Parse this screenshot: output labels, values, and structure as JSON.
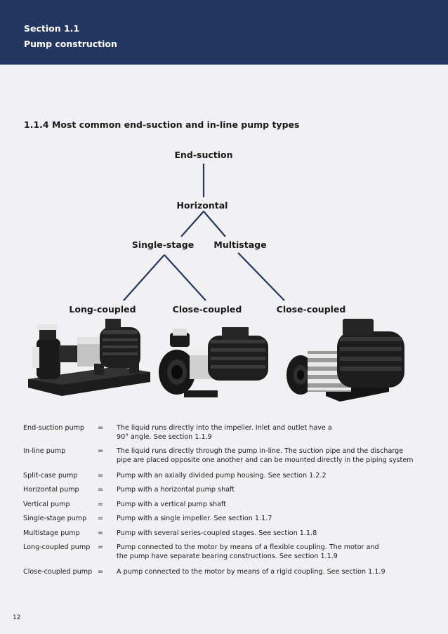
{
  "header": {
    "section": "Section 1.1",
    "title": "Pump construction"
  },
  "subheading": "1.1.4 Most common end-suction and in-line pump types",
  "tree": {
    "root": "End-suction",
    "level1": "Horizontal",
    "level2": [
      "Single-stage",
      "Multistage"
    ],
    "level3": [
      "Long-coupled",
      "Close-coupled",
      "Close-coupled"
    ]
  },
  "definitions": [
    {
      "term": "End-suction pump",
      "eq": "=",
      "lines": [
        "The liquid runs directly into the impeller. Inlet and outlet have a",
        "90° angle. See section 1.1.9"
      ]
    },
    {
      "term": "In-line pump",
      "eq": "=",
      "lines": [
        "The liquid runs directly through the pump in-line. The suction pipe and the discharge",
        "pipe are placed opposite one another and can be mounted directly in the piping system"
      ]
    },
    {
      "term": "Split-case pump",
      "eq": "=",
      "lines": [
        "Pump with an axially divided pump housing. See section 1.2.2"
      ]
    },
    {
      "term": "Horizontal pump",
      "eq": "=",
      "lines": [
        "Pump with a horizontal pump shaft"
      ]
    },
    {
      "term": "Vertical pump",
      "eq": "=",
      "lines": [
        "Pump with a vertical pump shaft"
      ]
    },
    {
      "term": "Single-stage pump",
      "eq": "=",
      "lines": [
        "Pump with a single impeller. See section 1.1.7"
      ]
    },
    {
      "term": "Multistage pump",
      "eq": "=",
      "lines": [
        "Pump with several series-coupled stages. See section 1.1.8"
      ]
    },
    {
      "term": "Long-coupled pump",
      "eq": "=",
      "lines": [
        "Pump connected to the motor by means of a flexible coupling. The motor and",
        "the pump have separate bearing constructions. See section 1.1.9"
      ]
    },
    {
      "term": "Close-coupled pump",
      "eq": "=",
      "lines": [
        "A pump connected to the motor by means of a rigid coupling. See section 1.1.9"
      ]
    }
  ],
  "page_number": "12",
  "colors": {
    "header": "#233561",
    "line": "#233561",
    "background": "#f1f1f4"
  }
}
